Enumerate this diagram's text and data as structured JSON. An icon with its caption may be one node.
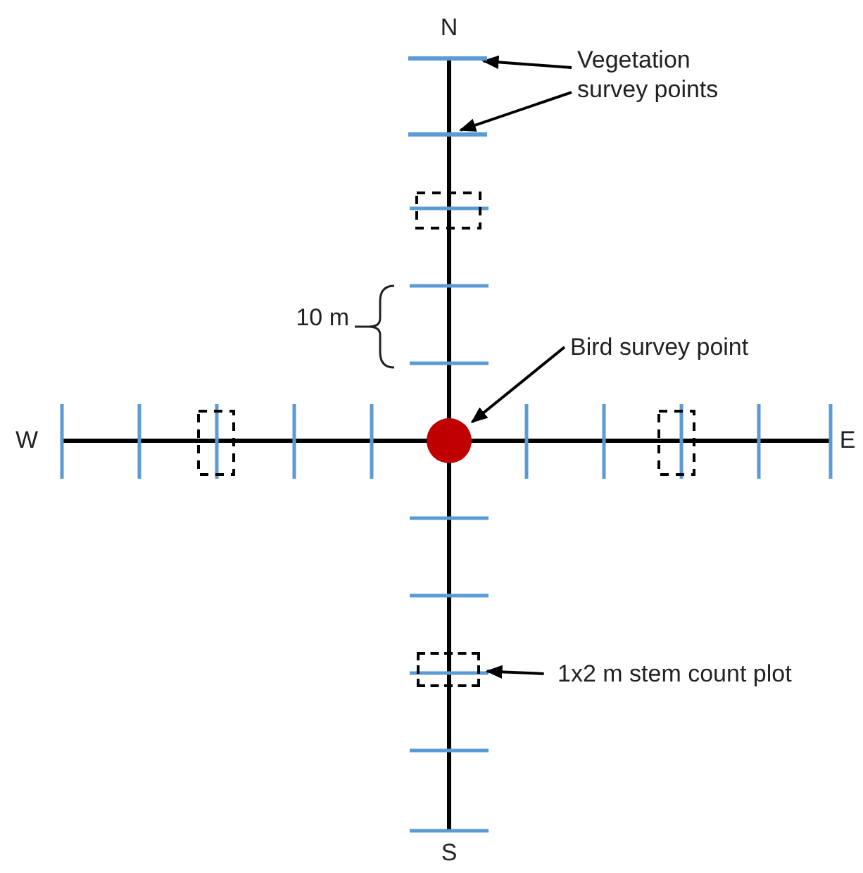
{
  "diagram": {
    "nodes": [
      {
        "text": [
          "Vegetation survey points"
        ]
      },
      {
        "text": [],
        "shape": "bar"
      },
      {
        "text": [],
        "shape": "bar"
      },
      {
        "text": [
          "Bird survey point"
        ]
      },
      {
        "text": [],
        "shape": "circle"
      },
      {
        "text": [
          "1x2 m stem count plot"
        ]
      },
      {
        "text": [],
        "shape": "box"
      }
    ],
    "edges": [
      {
        "from": 0,
        "to": 1,
        "arrow": "to"
      },
      {
        "from": 0,
        "to": 2,
        "arrow": "to"
      },
      {
        "from": 3,
        "to": 4,
        "arrow": "to"
      },
      {
        "from": 5,
        "to": 6,
        "arrow": "to"
      }
    ],
    "labels": [
      "N",
      "10 m",
      "W",
      "E",
      "S"
    ]
  }
}
